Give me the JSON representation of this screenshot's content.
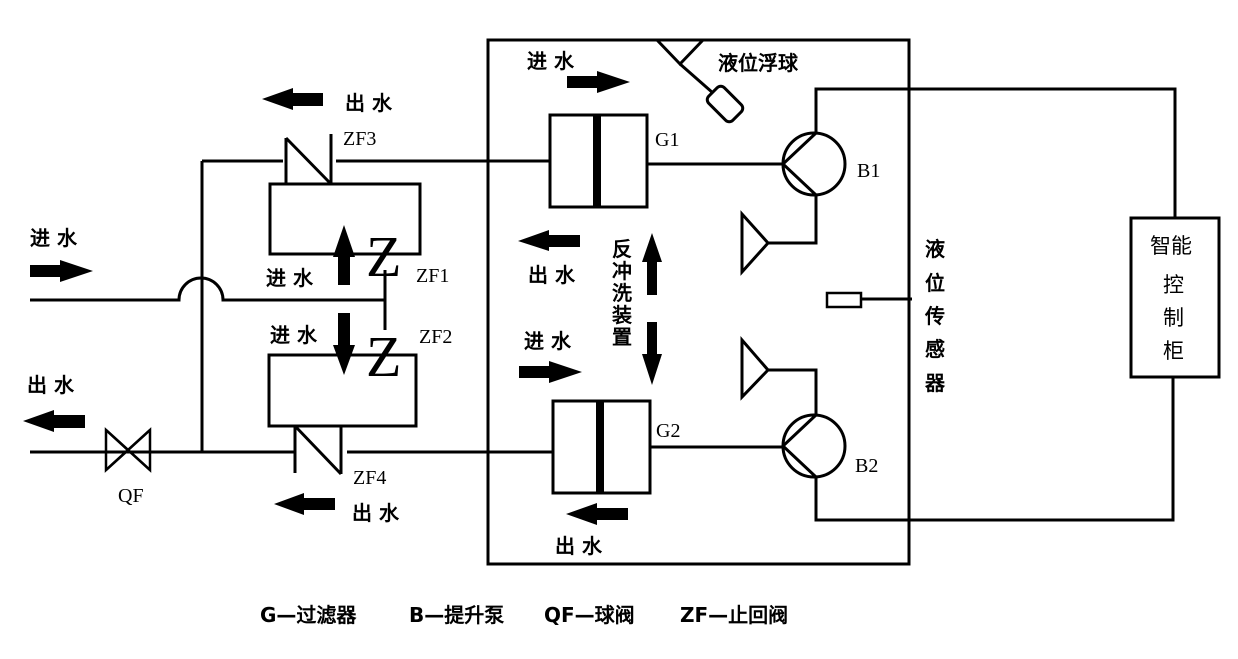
{
  "diagram": {
    "labels": {
      "inlet": "进 水",
      "outlet": "出 水",
      "float_ball": "液位浮球",
      "backwash": [
        "反",
        "冲",
        "洗",
        "装",
        "置"
      ],
      "level_sensor": [
        "液",
        "位",
        "传",
        "感",
        "器"
      ],
      "control_cabinet": [
        "智能",
        "控",
        "制",
        "柜"
      ]
    },
    "components": {
      "filter_1": "G1",
      "filter_2": "G2",
      "pump_1": "B1",
      "pump_2": "B2",
      "ball_valve": "QF",
      "check_valve_1": "ZF1",
      "check_valve_2": "ZF2",
      "check_valve_3": "ZF3",
      "check_valve_4": "ZF4",
      "zig": "Z"
    },
    "legend": [
      "G—过滤器",
      "B—提升泵",
      "QF—球阀",
      "ZF—止回阀"
    ]
  }
}
